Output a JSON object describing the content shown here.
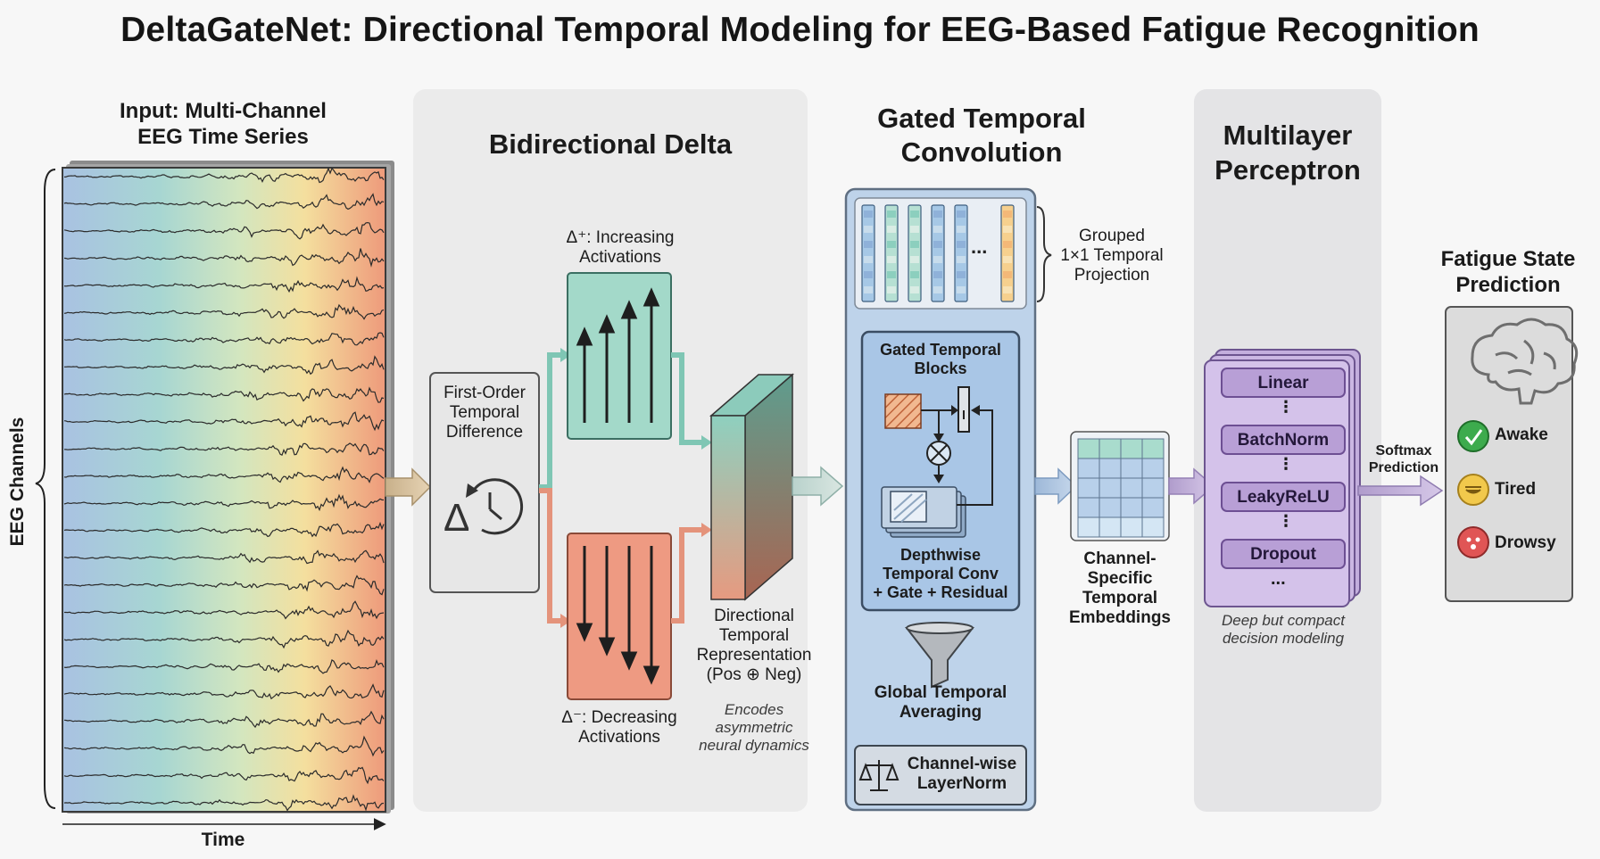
{
  "title": "DeltaGateNet: Directional Temporal Modeling for EEG-Based Fatigue Recognition",
  "input": {
    "heading_line1": "Input: Multi-Channel",
    "heading_line2": "EEG Time Series",
    "y_axis_label": "EEG Channels",
    "x_axis_label": "Time"
  },
  "delta": {
    "heading": "Bidirectional Delta",
    "first_order_line1": "First-Order",
    "first_order_line2": "Temporal",
    "first_order_line3": "Difference",
    "delta_symbol": "Δ",
    "increasing_line1": "Δ⁺: Increasing",
    "increasing_line2": "Activations",
    "decreasing_line1": "Δ⁻: Decreasing",
    "decreasing_line2": "Activations",
    "repr_line1": "Directional",
    "repr_line2": "Temporal",
    "repr_line3": "Representation",
    "repr_line4": "(Pos ⊕ Neg)",
    "note_line1": "Encodes",
    "note_line2": "asymmetric",
    "note_line3": "neural dynamics"
  },
  "gated": {
    "heading_line1": "Gated Temporal",
    "heading_line2": "Convolution",
    "grouped_line1": "Grouped",
    "grouped_line2": "1×1 Temporal",
    "grouped_line3": "Projection",
    "ellipsis": "...",
    "blocks_line1": "Gated Temporal",
    "blocks_line2": "Blocks",
    "dw_line1": "Depthwise",
    "dw_line2": "Temporal Conv",
    "dw_line3": "+ Gate + Residual",
    "gap_line1": "Global Temporal",
    "gap_line2": "Averaging",
    "ln_line1": "Channel-wise",
    "ln_line2": "LayerNorm",
    "emb_line1": "Channel-",
    "emb_line2": "Specific",
    "emb_line3": "Temporal",
    "emb_line4": "Embeddings"
  },
  "mlp": {
    "heading_line1": "Multilayer",
    "heading_line2": "Perceptron",
    "layers": [
      "Linear",
      "BatchNorm",
      "LeakyReLU",
      "Dropout"
    ],
    "dots": "...",
    "note_line1": "Deep but compact",
    "note_line2": "decision modeling",
    "softmax_line1": "Softmax",
    "softmax_line2": "Prediction"
  },
  "prediction": {
    "heading_line1": "Fatigue State",
    "heading_line2": "Prediction",
    "states": [
      "Awake",
      "Tired",
      "Drowsy"
    ]
  },
  "colors": {
    "increase": "#9fd8c8",
    "decrease": "#ee9a82",
    "gated_blue": "#bcd3ec",
    "mlp_purple": "#cdb7e6",
    "awake": "#3dab4d",
    "tired": "#f2c94c",
    "drowsy": "#e05555"
  }
}
